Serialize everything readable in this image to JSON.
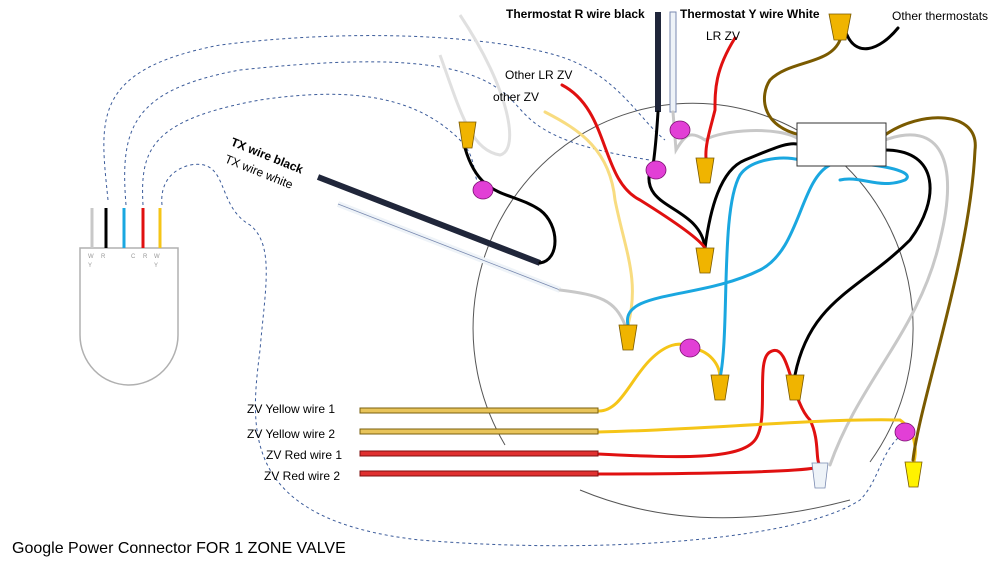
{
  "caption": "Google Power Connector FOR 1 ZONE VALVE",
  "labels": {
    "thermostat_r": "Thermostat R wire black",
    "thermostat_y": "Thermostat Y wire White",
    "lr_zv": "LR ZV",
    "other_thermostats": "Other thermostats",
    "other_lr_zv": "Other LR ZV",
    "other_zv": "other ZV",
    "tx_black": "TX wire black",
    "tx_white": "TX wire white",
    "zv_yellow_1": "ZV Yellow wire 1",
    "zv_yellow_2": "ZV Yellow wire 2",
    "zv_red_1": "ZV Red wire 1",
    "zv_red_2": "ZV Red wire 2"
  },
  "connector_terminals": [
    "W",
    "R",
    "C",
    "R",
    "W"
  ],
  "connector_terminals_sub": [
    "Y",
    "Y"
  ],
  "colors": {
    "black": "#000000",
    "white_wire": "#c8c8c8",
    "red": "#e01010",
    "yellow": "#f5c518",
    "blue": "#1aa7e0",
    "brown": "#7a5a00",
    "magenta": "#e23fd6",
    "nut_orange": "#f0b400",
    "dashed": "#3b5b9a"
  }
}
